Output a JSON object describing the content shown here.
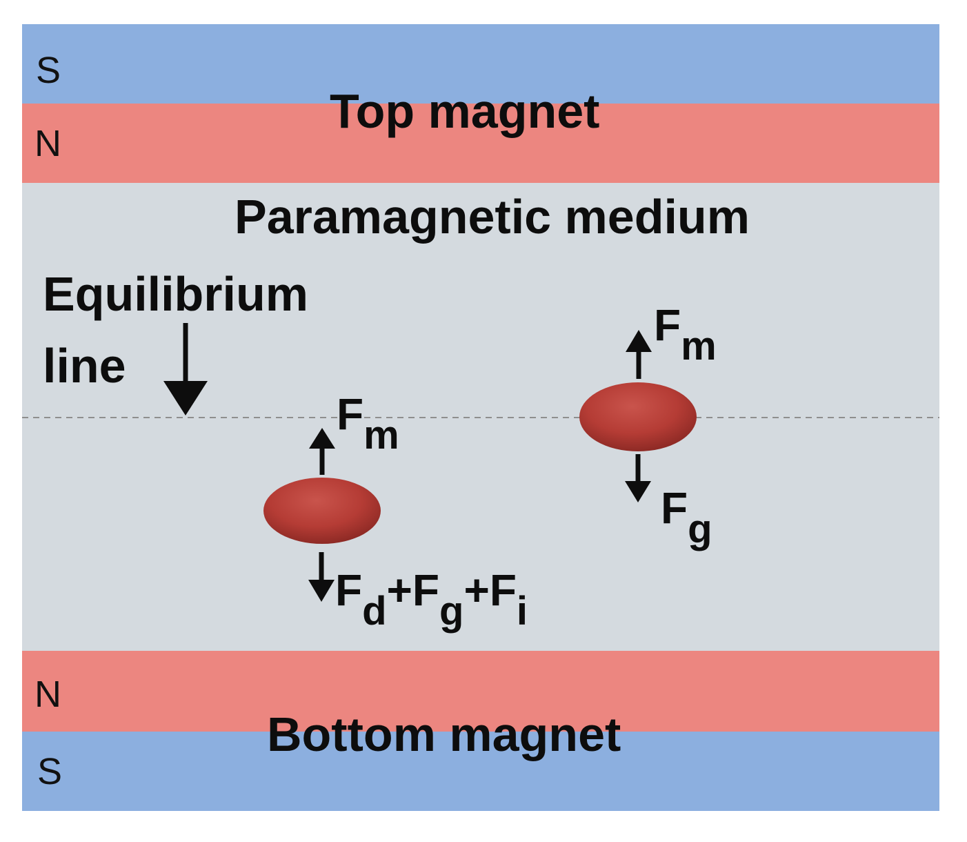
{
  "colors": {
    "south_pole": "#8cafdf",
    "north_pole": "#ec8680",
    "medium": "#d4dadf",
    "particle": "#b53c35",
    "text": "#0d0d0d",
    "equilibrium_line": "#8e8e8e"
  },
  "top_magnet": {
    "outer_pole": "S",
    "inner_pole": "N",
    "label": "Top magnet"
  },
  "bottom_magnet": {
    "inner_pole": "N",
    "outer_pole": "S",
    "label": "Bottom magnet"
  },
  "medium": {
    "label": "Paramagnetic medium"
  },
  "equilibrium": {
    "label_line1": "Equilibrium",
    "label_line2": "line"
  },
  "particle_moving": {
    "up_force": {
      "base": "F",
      "sub": "m"
    },
    "down_force": [
      {
        "base": "F",
        "sub": "d"
      },
      {
        "op": "+"
      },
      {
        "base": "F",
        "sub": "g"
      },
      {
        "op": "+"
      },
      {
        "base": "F",
        "sub": "i"
      }
    ]
  },
  "particle_levitated": {
    "up_force": {
      "base": "F",
      "sub": "m"
    },
    "down_force": {
      "base": "F",
      "sub": "g"
    }
  }
}
